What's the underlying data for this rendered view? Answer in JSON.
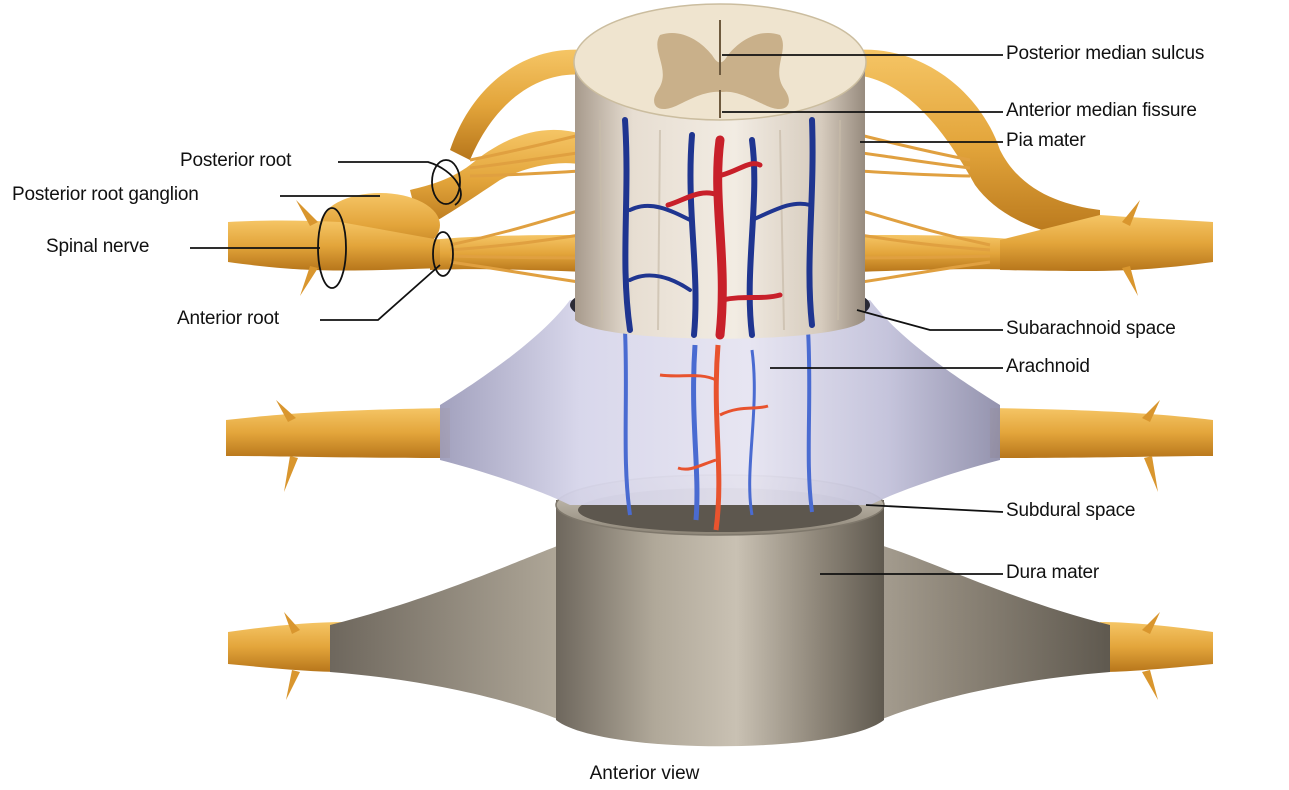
{
  "labels": {
    "posterior_median_sulcus": "Posterior median sulcus",
    "anterior_median_fissure": "Anterior median fissure",
    "pia_mater": "Pia mater",
    "posterior_root": "Posterior root",
    "posterior_root_ganglion": "Posterior root ganglion",
    "spinal_nerve": "Spinal nerve",
    "anterior_root": "Anterior root",
    "subarachnoid_space": "Subarachnoid space",
    "arachnoid": "Arachnoid",
    "subdural_space": "Subdural space",
    "dura_mater": "Dura mater"
  },
  "caption": "Anterior view",
  "colors": {
    "nerve": "#e3a53b",
    "cord_surface": "#e6ddcf",
    "gray_matter": "#c9b08a",
    "vein": "#1f3590",
    "artery": "#c8202a",
    "arachnoid": "#c9c8e0",
    "dura": "#a39b8e",
    "leader_line": "#111111"
  }
}
